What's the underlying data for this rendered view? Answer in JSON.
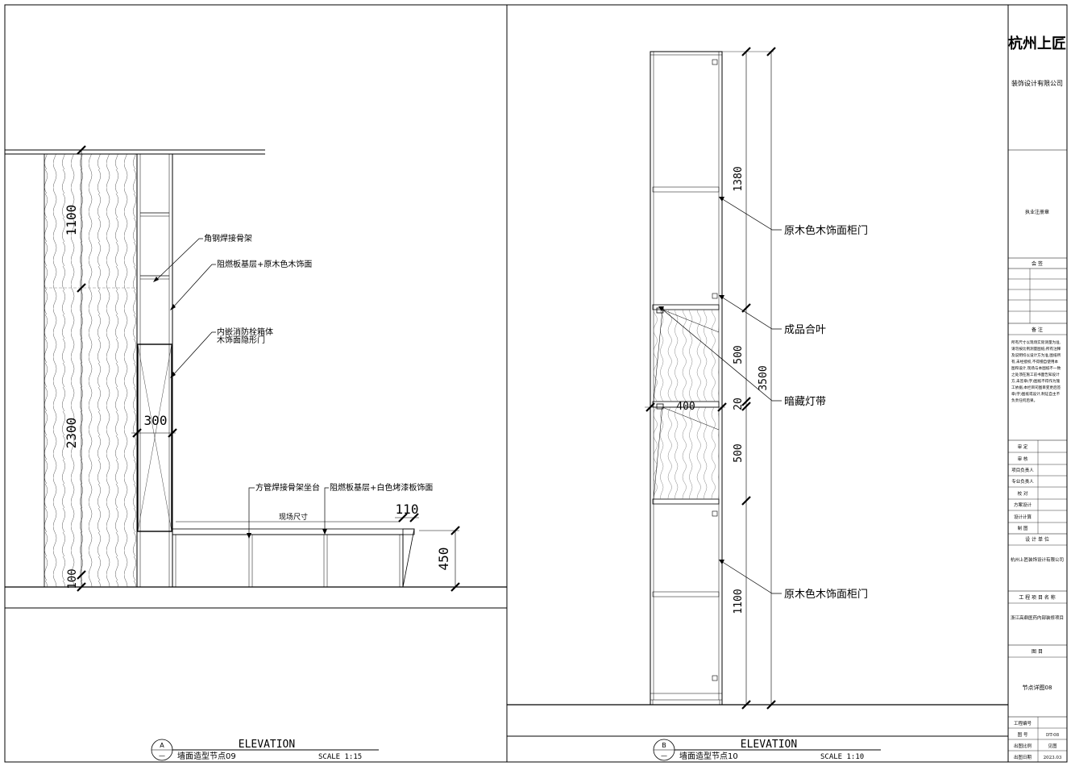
{
  "title_block": {
    "company_name": "杭州上匠",
    "company_full": "装饰设计有限公司",
    "reg_stamp_label": "执业注册章",
    "sign_label": "会    签",
    "notes_label": "备    注",
    "notes_text": [
      "所有尺寸以现场实际测量为准,",
      "请勿按比例测量图纸;所有注释",
      "及说明均以设计方为准,图纸所",
      "有,未经授权,不得擅自使用本",
      "图和设计,现场与本图纸不一致",
      "之处须在施工前书面告知设计",
      "方,未签章(字)图纸不得作为施",
      "工依据;本栏目司图目变更后签",
      "章(字)图纸或设计,制证自主不",
      "负责任何后果。"
    ],
    "rows": [
      "审    定",
      "审    核",
      "项目负责人",
      "专业负责人",
      "校    对",
      "方案设计",
      "设计计算",
      "制    图"
    ],
    "design_unit_label": "设 计 单 位",
    "design_unit": "杭州上匠装饰设计有限公司",
    "project_label": "工 程 项 目 名 称",
    "project_name": "浙江高鼎医药内部装修项目",
    "drawing_label": "图    目",
    "drawing_name": "节点详图08",
    "info_rows": [
      {
        "label": "工程编号",
        "value": ""
      },
      {
        "label": "图    号",
        "value": "DT-08"
      },
      {
        "label": "出图比例",
        "value": "见图"
      },
      {
        "label": "出图日期",
        "value": "2023.03"
      }
    ]
  },
  "elevation_a": {
    "marker_letter": "A",
    "marker_dash": "—",
    "heading": "ELEVATION",
    "subtitle": "墙面造型节点09",
    "scale": "SCALE 1:15",
    "dims": {
      "d1100": "1100",
      "d2300": "2300",
      "d100": "100",
      "d300": "300",
      "d110": "110",
      "d450": "450",
      "field": "现场尺寸"
    },
    "notes": [
      "角钢焊接骨架",
      "阻燃板基层+原木色木饰面",
      "内嵌消防栓箱体",
      "木饰面隐形门",
      "方管焊接骨架坐台",
      "阻燃板基层+白色烤漆板饰面"
    ]
  },
  "elevation_b": {
    "marker_letter": "B",
    "marker_dash": "—",
    "heading": "ELEVATION",
    "subtitle": "墙面造型节点10",
    "scale": "SCALE 1:10",
    "dims": {
      "d1380": "1380",
      "d500a": "500",
      "d20": "20",
      "d500b": "500",
      "d1100": "1100",
      "d3500": "3500",
      "d400": "400"
    },
    "notes": [
      "原木色木饰面柜门",
      "成品合叶",
      "暗藏灯带",
      "原木色木饰面柜门"
    ]
  }
}
